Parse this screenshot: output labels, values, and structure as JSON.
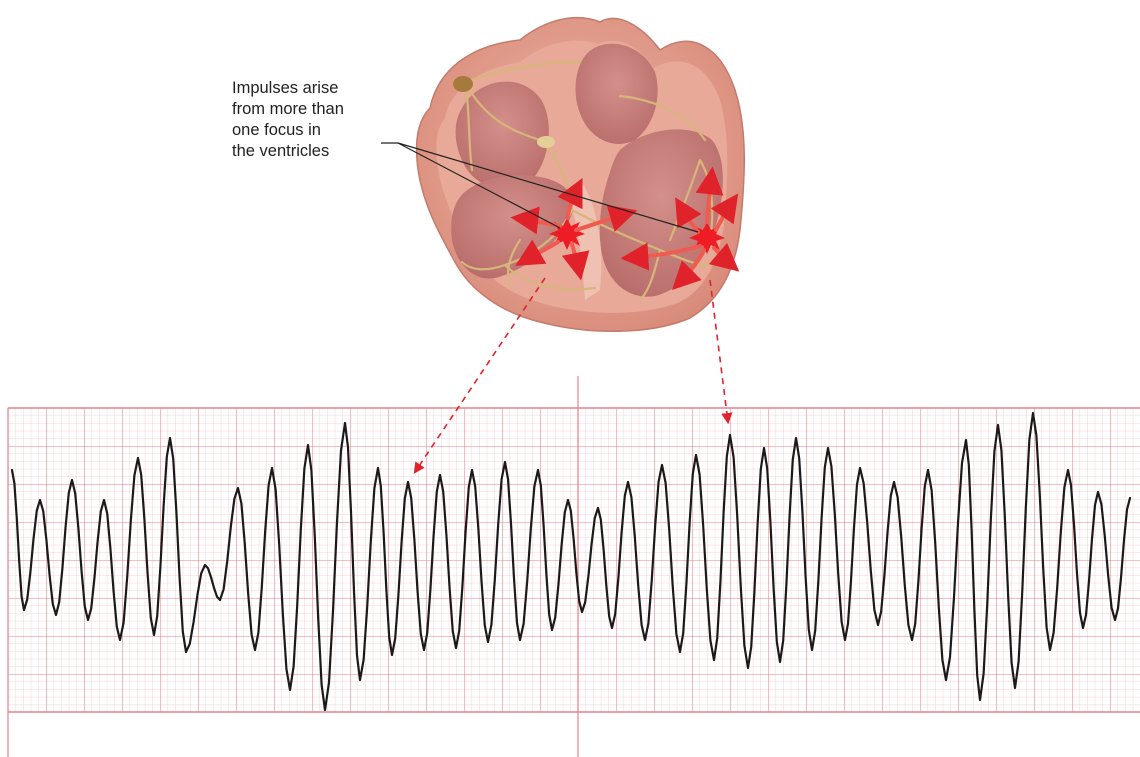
{
  "annotation": {
    "lines": [
      "Impulses arise",
      "from more than",
      "one focus in",
      "the ventricles"
    ]
  },
  "colors": {
    "grid_minor": "#f6c3c8",
    "grid_major": "#e9818c",
    "trace": "#1a1a1a",
    "heart_outer": "#e7a08f",
    "heart_wall": "#d98b7a",
    "chamber": "#c97a75",
    "conduction_fibers": "#d6b67a",
    "ectopic_focus": "#ee1c24",
    "pointer_arrow": "#e0232b"
  },
  "icons": {
    "ectopic_focus_left": "starburst-icon",
    "ectopic_focus_right": "starburst-icon",
    "sa_node": "node-icon"
  }
}
